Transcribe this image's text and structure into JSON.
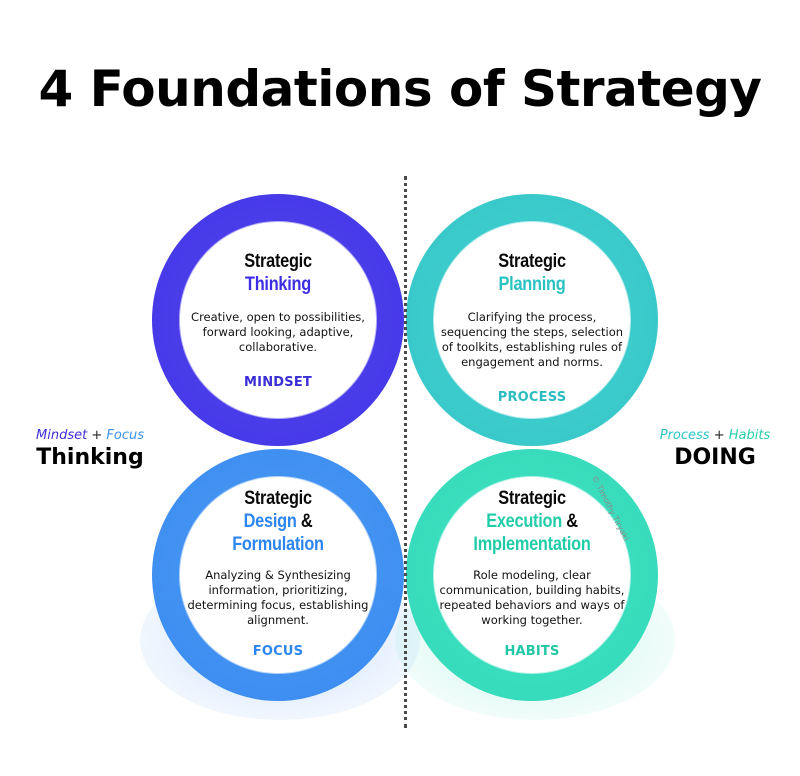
{
  "title": "4 Foundations of Strategy",
  "colors": {
    "thinking": "#3D2EE4",
    "planning": "#29C3C3",
    "design": "#2D86EF",
    "execution": "#20CDA8"
  },
  "quadrants": [
    {
      "heading_line1": "Strategic",
      "heading_line2": "Thinking",
      "description": "Creative, open to possibilities, forward looking, adaptive, collaborative.",
      "tag": "MINDSET"
    },
    {
      "heading_line1": "Strategic",
      "heading_line2": "Planning",
      "description": "Clarifying the process, sequencing the steps, selection of toolkits, establishing rules of engagement and norms.",
      "tag": "PROCESS"
    },
    {
      "heading_line1": "Strategic",
      "heading_line2a": "Design",
      "heading_amp": "&",
      "heading_line3": "Formulation",
      "description": "Analyzing & Synthesizing information, prioritizing, determining focus, establishing alignment.",
      "tag": "FOCUS"
    },
    {
      "heading_line1": "Strategic",
      "heading_line2a": "Execution",
      "heading_amp": "&",
      "heading_line3": "Implementation",
      "description": "Role modeling, clear communication, building habits, repeated behaviors and ways of working together.",
      "tag": "HABITS"
    }
  ],
  "left_side": {
    "word1": "Mindset",
    "plus": "+",
    "word2": "Focus",
    "label": "Thinking"
  },
  "right_side": {
    "word1": "Process",
    "plus": "+",
    "word2": "Habits",
    "label": "DOING"
  },
  "credit": "© Timothy Tiryaki"
}
